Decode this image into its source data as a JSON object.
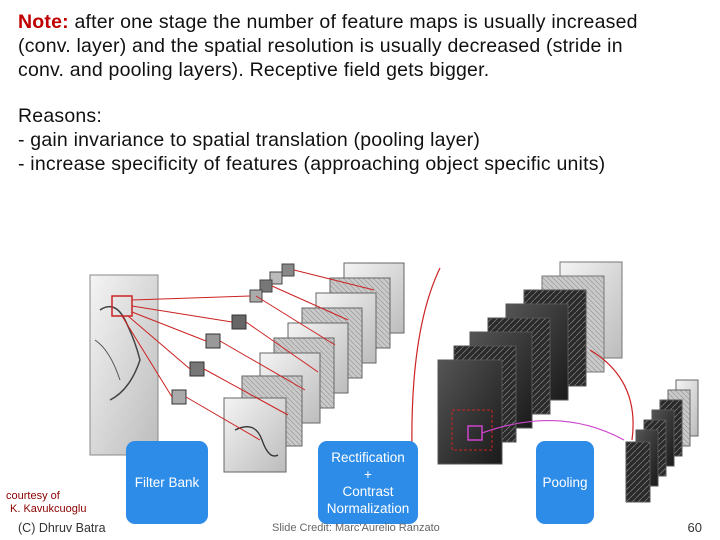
{
  "note": {
    "lead": "Note:",
    "rest": " after one stage the number of feature maps is usually increased",
    "line2": "(conv. layer) and the spatial resolution is usually decreased (stride in",
    "line3": "conv. and pooling layers). Receptive field gets bigger."
  },
  "reasons": {
    "heading": "Reasons:",
    "items": [
      "- gain invariance to spatial translation (pooling layer)",
      "- increase specificity of features (approaching object specific units)"
    ]
  },
  "figure": {
    "box_filter": "Filter Bank",
    "box_rect_lines": [
      "Rectification",
      "+",
      "Contrast",
      "Normalization"
    ],
    "box_pool": "Pooling"
  },
  "credits": {
    "courtesy_line1": "courtesy of",
    "courtesy_line2": "K. Kavukcuoglu"
  },
  "footer": {
    "author": "(C) Dhruv Batra",
    "slide_credit": "Slide Credit: Marc'Aurelio Ranzato",
    "page": "60"
  },
  "colors": {
    "accent_red": "#c00000",
    "box_blue": "#2d8ce8",
    "arrow_red": "#cc2222",
    "pink": "#cc44cc"
  }
}
